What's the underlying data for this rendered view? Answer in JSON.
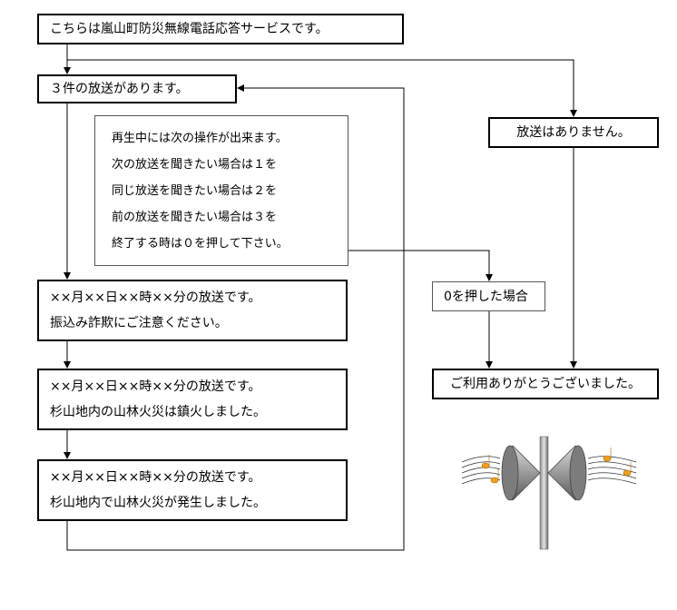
{
  "boxes": {
    "intro": "こちらは嵐山町防災無線電話応答サービスです。",
    "count": "３件の放送があります。",
    "none": "放送はありません。",
    "ops": [
      "再生中には次の操作が出来ます。",
      "次の放送を聞きたい場合は１を",
      "同じ放送を聞きたい場合は２を",
      "前の放送を聞きたい場合は３を",
      "終了する時は０を押して下さい。"
    ],
    "messages": [
      {
        "line1": "××月××日××時××分の放送です。",
        "line2": "振込み詐欺にご注意ください。"
      },
      {
        "line1": "××月××日××時××分の放送です。",
        "line2": "杉山地内の山林火災は鎮火しました。"
      },
      {
        "line1": "××月××日××時××分の放送です。",
        "line2": "杉山地内で山林火災が発生しました。"
      }
    ],
    "zero": "0を押した場合",
    "end": "ご利用ありがとうございました。"
  },
  "colors": {
    "line": "#000000",
    "thin_border": "#555555",
    "note": "#f0a020"
  },
  "icons": [
    "loudspeaker-icon"
  ]
}
